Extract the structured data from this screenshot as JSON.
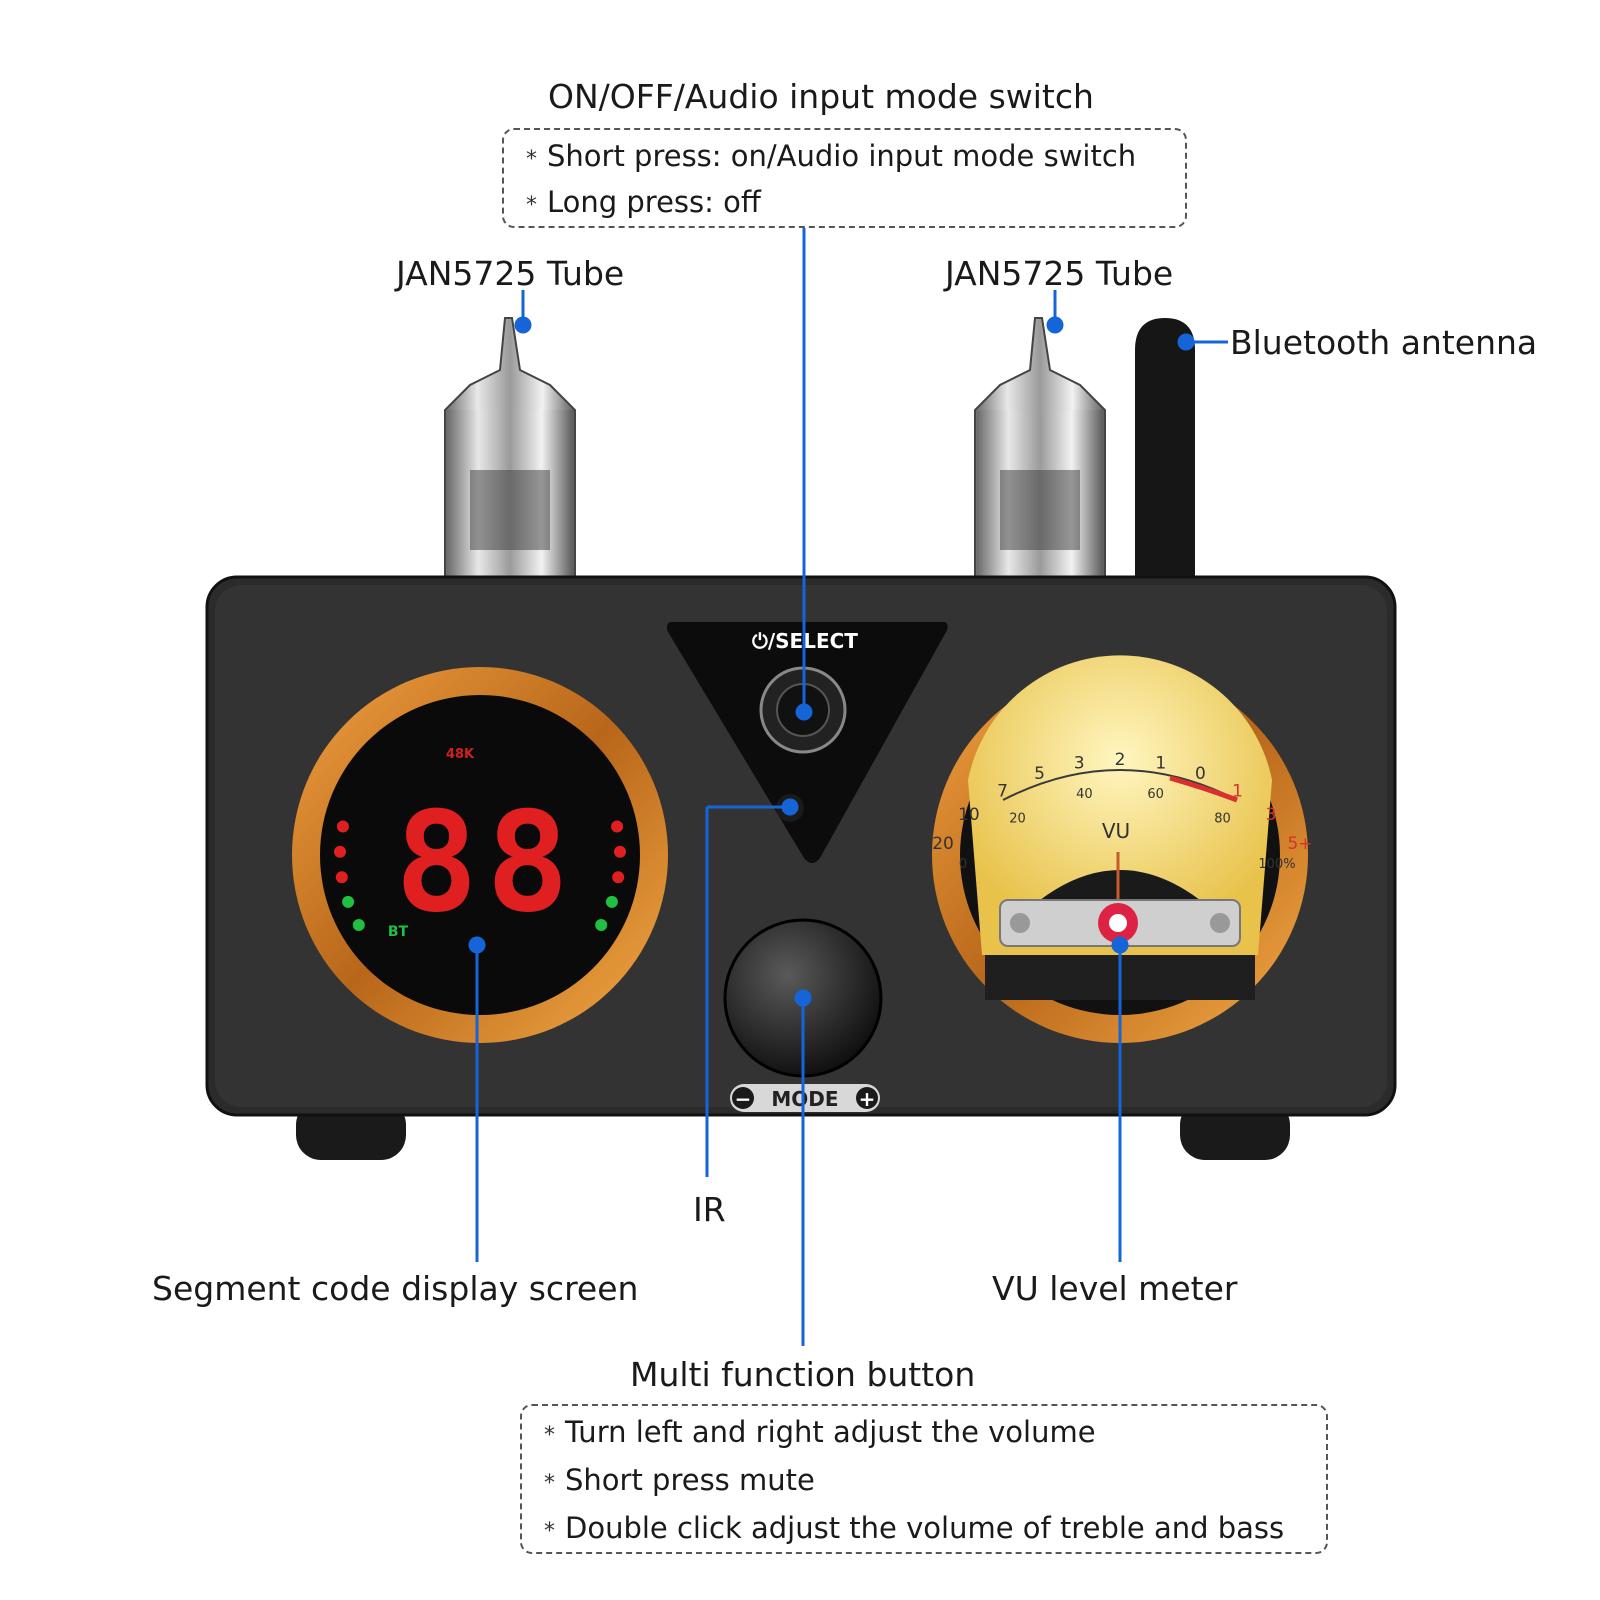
{
  "callouts": {
    "power_switch": {
      "title": "ON/OFF/Audio input mode switch",
      "notes": [
        "Short press: on/Audio input mode switch",
        "Long press: off"
      ]
    },
    "tube_left": "JAN5725 Tube",
    "tube_right": "JAN5725 Tube",
    "antenna": "Bluetooth antenna",
    "ir": "IR",
    "display": "Segment code display screen",
    "vu_meter": "VU level meter",
    "multi_button": {
      "title": "Multi function button",
      "notes": [
        "Turn left and right adjust the volume",
        "Short press mute",
        "Double click adjust the volume of treble and bass"
      ]
    }
  },
  "bullet_char": "*",
  "device": {
    "select_label": "⏻/SELECT",
    "mode_label": "MODE",
    "minus": "−",
    "plus": "+",
    "sample_rate": "48K",
    "digits": "88",
    "input_label": "BT",
    "vu_title": "VU",
    "vu_scale_top": [
      "-20",
      "10",
      "7",
      "5",
      "3",
      "2",
      "1",
      "0",
      "1",
      "3",
      "5+"
    ],
    "vu_scale_bottom": [
      "0",
      "20",
      "40",
      "60",
      "80",
      "100%"
    ]
  },
  "colors": {
    "callout_line": "#1565d8",
    "segment_red": "#e02020",
    "led_green": "#20c040",
    "ring_orange": "#e08a1e",
    "vu_face": "#f4d970"
  }
}
